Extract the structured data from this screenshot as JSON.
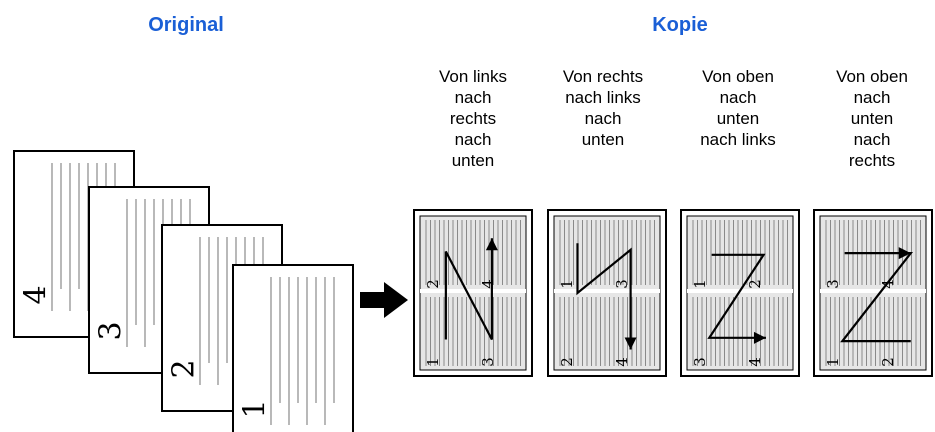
{
  "headings": {
    "original": "Original",
    "copy": "Kopie"
  },
  "colors": {
    "heading": "#1a5fd6",
    "line": "#000000",
    "panel_fill": "#e6e6e6",
    "ruling": "#8a8a8a"
  },
  "original_pages": [
    {
      "number": "4"
    },
    {
      "number": "3"
    },
    {
      "number": "2"
    },
    {
      "number": "1"
    }
  ],
  "layouts": [
    {
      "caption": [
        "Von links",
        "nach",
        "rechts",
        "nach",
        "unten"
      ],
      "numbers": {
        "top_left": "2",
        "top_right": "4",
        "bottom_left": "1",
        "bottom_right": "3"
      }
    },
    {
      "caption": [
        "Von rechts",
        "nach links",
        "nach",
        "unten"
      ],
      "numbers": {
        "top_left": "1",
        "top_right": "3",
        "bottom_left": "2",
        "bottom_right": "4"
      }
    },
    {
      "caption": [
        "Von oben",
        "nach",
        "unten",
        "nach links"
      ],
      "numbers": {
        "top_left": "1",
        "top_right": "2",
        "bottom_left": "3",
        "bottom_right": "4"
      }
    },
    {
      "caption": [
        "Von oben",
        "nach",
        "unten",
        "nach",
        "rechts"
      ],
      "numbers": {
        "top_left": "3",
        "top_right": "4",
        "bottom_left": "1",
        "bottom_right": "2"
      }
    }
  ]
}
